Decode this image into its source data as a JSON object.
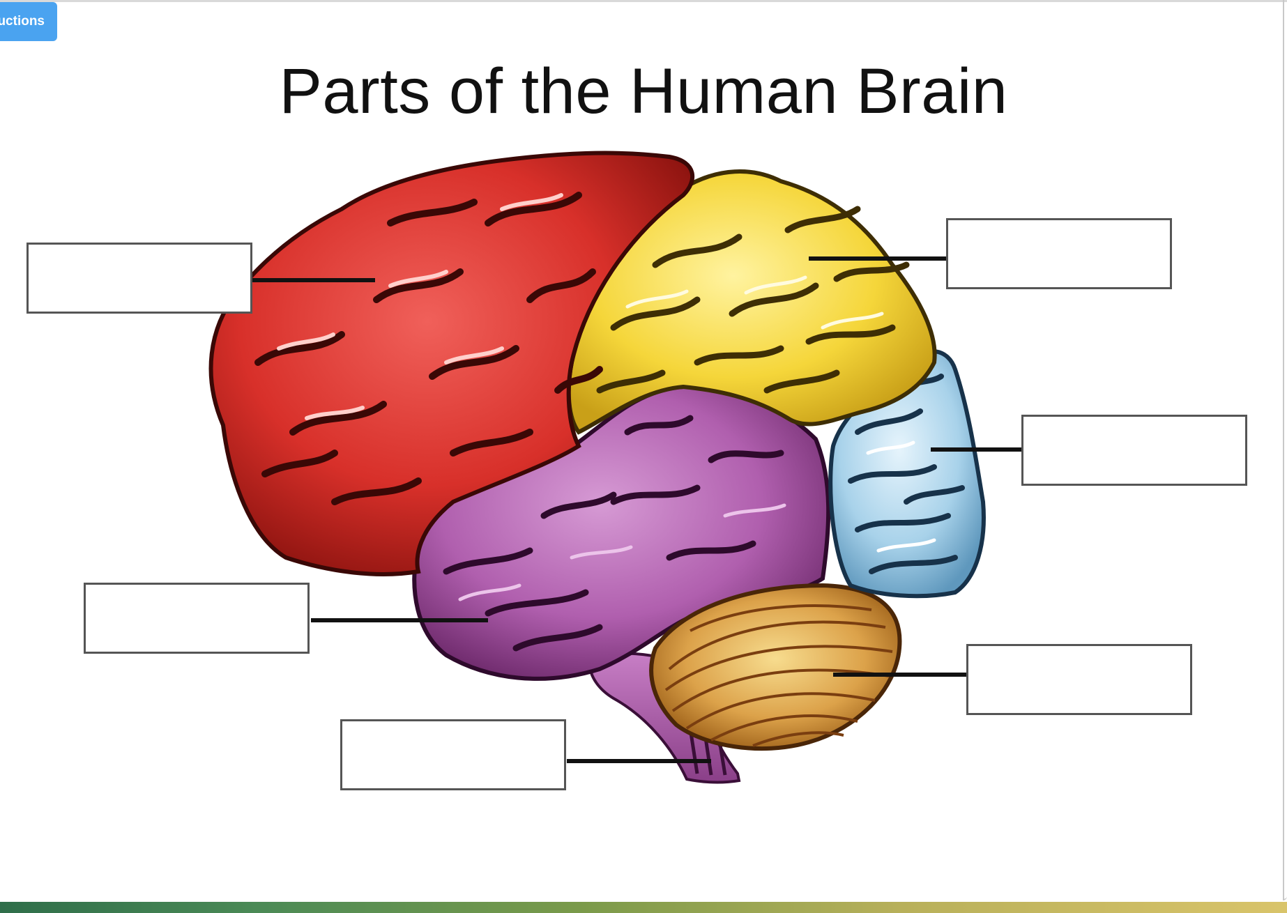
{
  "toolbar": {
    "instructions_label": "uctions",
    "instructions_color": "#4aa3f0"
  },
  "diagram": {
    "title": "Parts of the Human Brain",
    "regions": [
      {
        "name": "frontal-lobe",
        "color": "#d8302a"
      },
      {
        "name": "parietal-lobe",
        "color": "#f5d63a"
      },
      {
        "name": "occipital-lobe",
        "color": "#a8d2ea"
      },
      {
        "name": "temporal-lobe",
        "color": "#b05fae"
      },
      {
        "name": "cerebellum",
        "color": "#c8862c"
      },
      {
        "name": "brain-stem",
        "color": "#a05a9c"
      }
    ],
    "label_boxes": [
      {
        "id": "frontal",
        "value": ""
      },
      {
        "id": "parietal",
        "value": ""
      },
      {
        "id": "occipital",
        "value": ""
      },
      {
        "id": "temporal",
        "value": ""
      },
      {
        "id": "cerebellum",
        "value": ""
      },
      {
        "id": "brain-stem",
        "value": ""
      }
    ]
  }
}
